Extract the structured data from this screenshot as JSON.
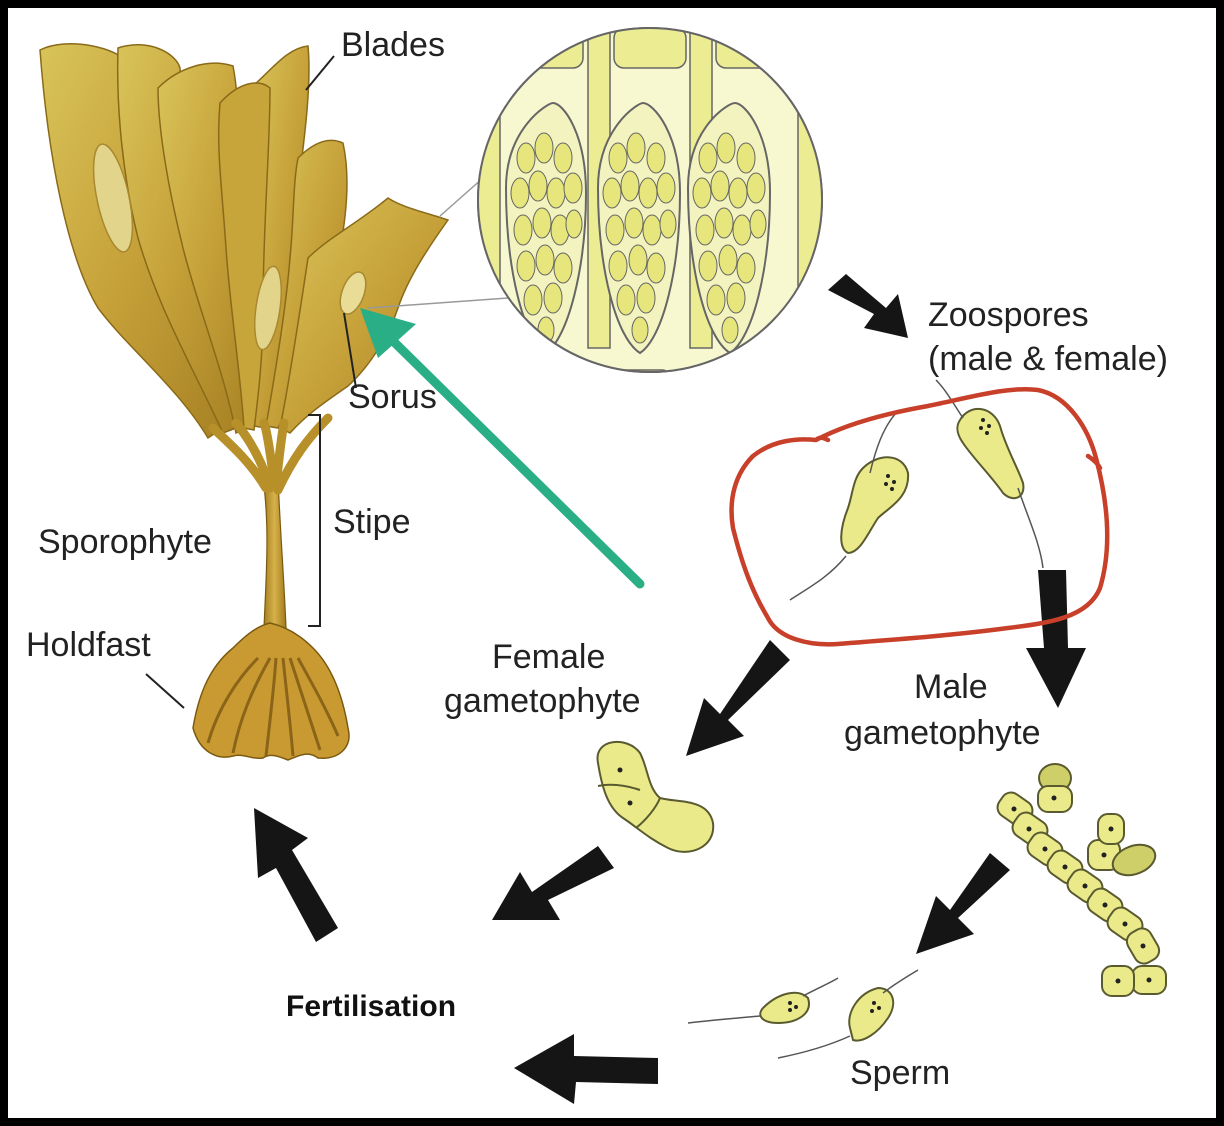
{
  "labels": {
    "blades": "Blades",
    "sorus": "Sorus",
    "stipe": "Stipe",
    "sporophyte": "Sporophyte",
    "holdfast": "Holdfast",
    "zoospores_line1": "Zoospores",
    "zoospores_line2": "(male & female)",
    "female_line1": "Female",
    "female_line2": "gametophyte",
    "male_line1": "Male",
    "male_line2": "gametophyte",
    "sperm": "Sperm",
    "fertilisation": "Fertilisation"
  },
  "colors": {
    "kelp": "#c9a93a",
    "kelp_dark": "#9a7a1e",
    "cell_fill": "#eaea8a",
    "arrow": "#151515",
    "annotation_green": "#2aae86",
    "annotation_red": "#c8402a",
    "frame": "#000000"
  }
}
